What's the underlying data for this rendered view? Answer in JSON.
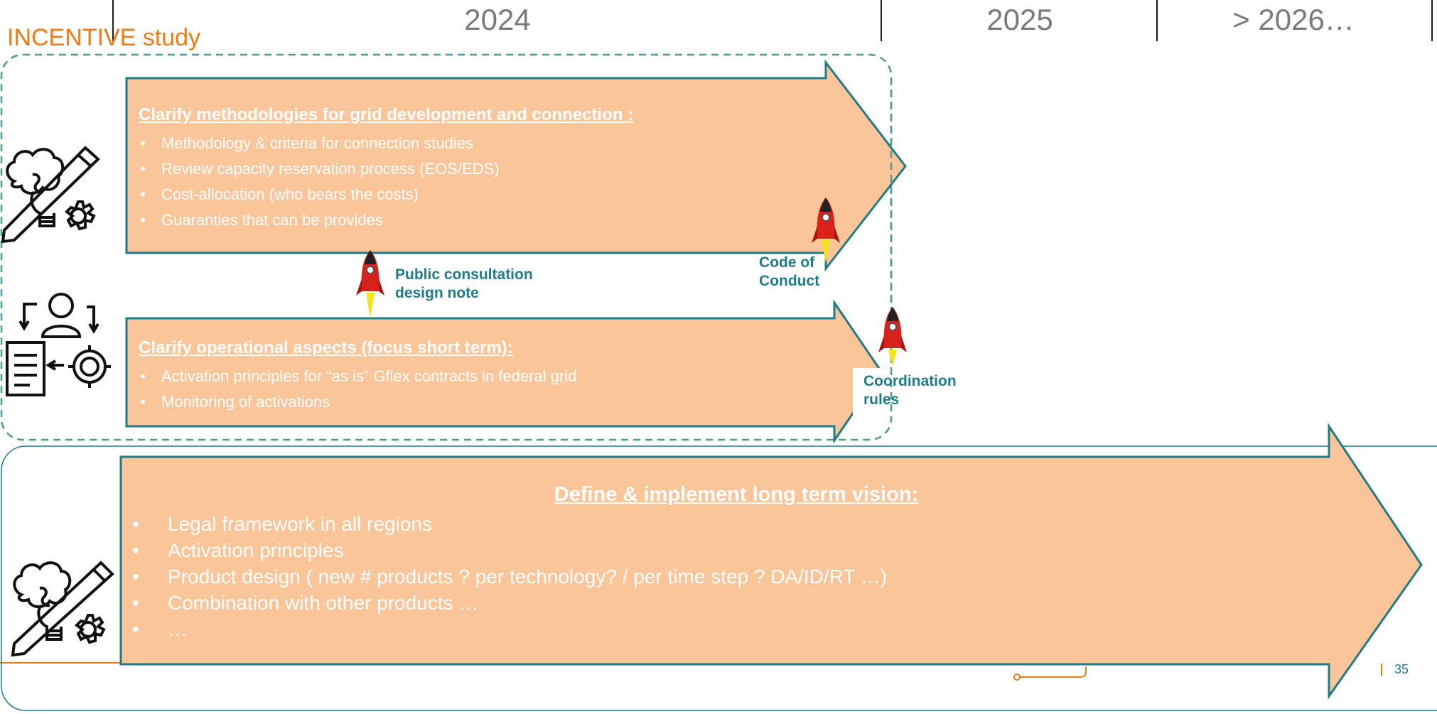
{
  "timeline": {
    "years": [
      "2024",
      "2025",
      "> 2026…"
    ]
  },
  "study_title": "INCENTIVE study",
  "arrows": {
    "grid": {
      "heading": "Clarify methodologies for grid development and connection :",
      "items": [
        "Methodology & criteria for connection studies",
        "Review capacity reservation process (EOS/EDS)",
        "Cost-allocation  (who bears the costs)",
        "Guaranties that can be provides"
      ]
    },
    "operational": {
      "heading": "Clarify operational aspects (focus short term):",
      "items": [
        "Activation principles for  “as is” Gflex contracts in federal grid",
        "Monitoring of activations"
      ]
    },
    "long_term": {
      "heading": "Define & implement long term vision:",
      "items": [
        "Legal framework in all regions",
        "Activation principles",
        "Product design ( new # products ? per technology? / per time step ? DA/ID/RT …)",
        "Combination with other products …",
        "…"
      ]
    }
  },
  "milestones": {
    "public_consultation": {
      "line1": "Public consultation",
      "line2": "design note"
    },
    "code_of_conduct": {
      "line1": "Code of",
      "line2": "Conduct"
    },
    "coordination_rules": {
      "line1": "Coordination",
      "line2": "rules"
    }
  },
  "page_number": "35",
  "colors": {
    "arrow_fill": "#fbc59a",
    "arrow_border": "#1e7c8a",
    "accent_orange": "#f07a14",
    "teal_text": "#1e7c8a",
    "year_gray": "#7a7a7a"
  },
  "icons": [
    "brain-gear-pencil-icon",
    "user-process-document-icon",
    "rocket-icon"
  ]
}
